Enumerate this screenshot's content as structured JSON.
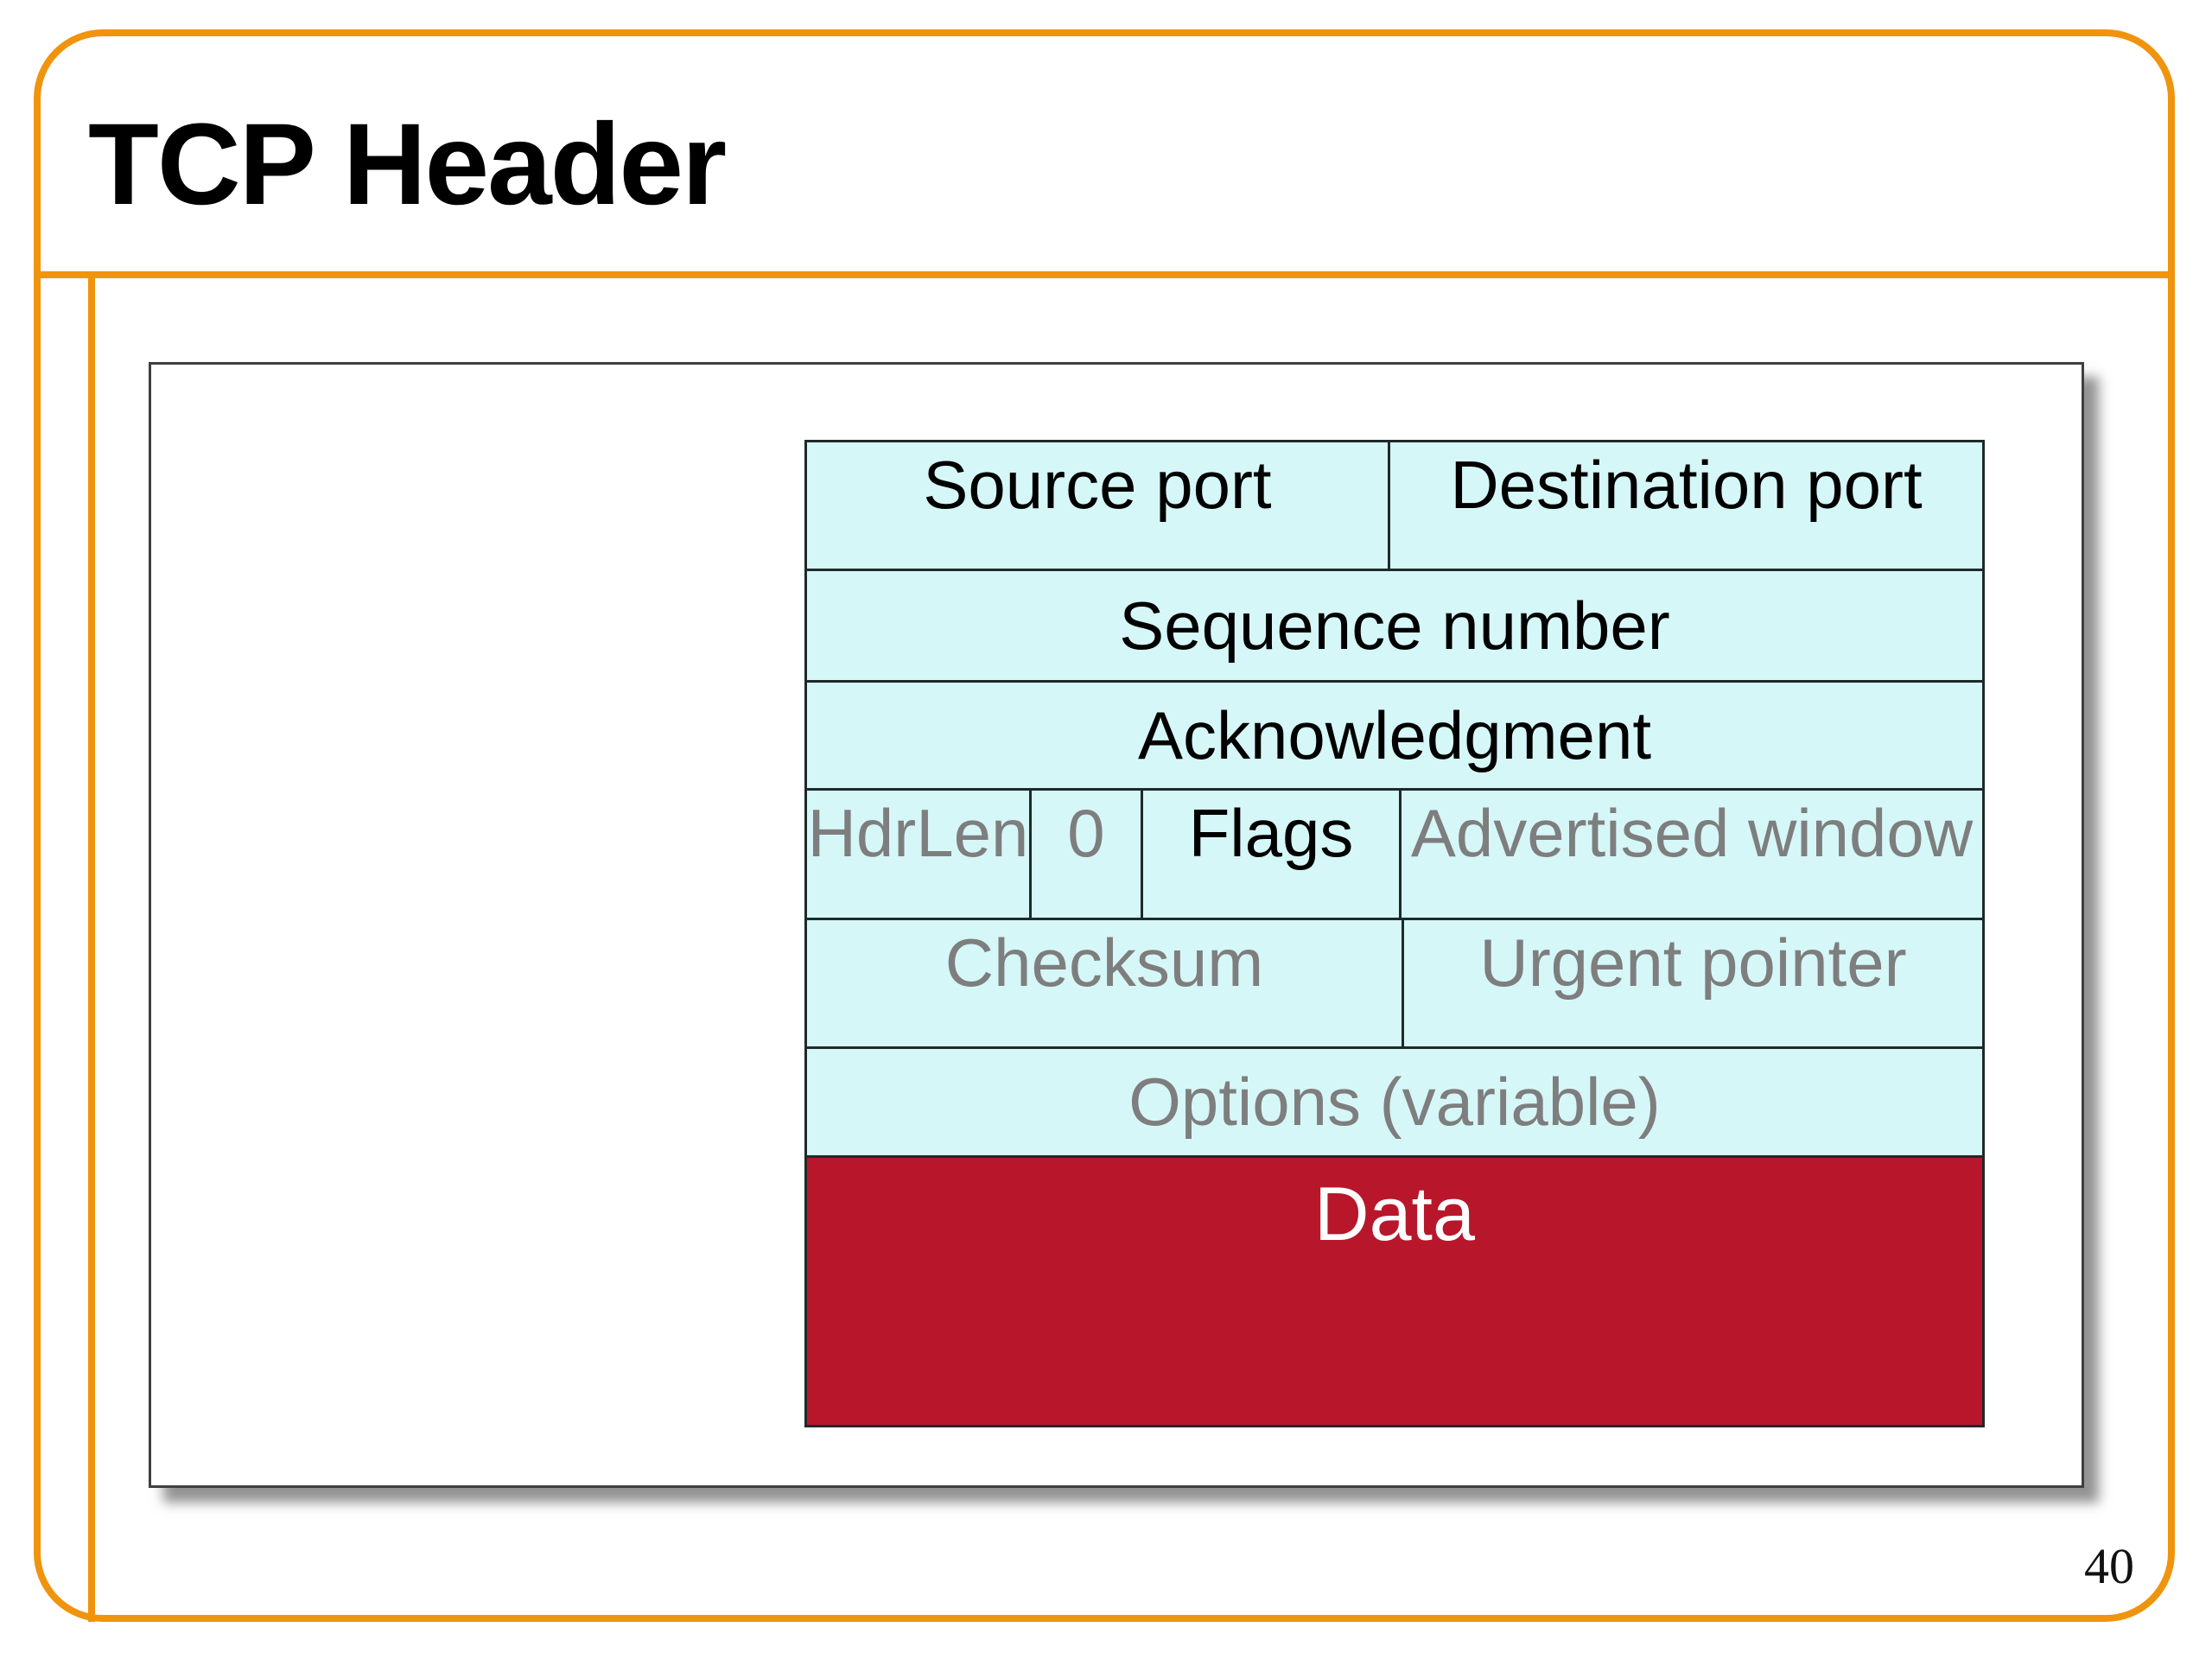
{
  "slide": {
    "title": "TCP Header",
    "page_number": "40"
  },
  "colors": {
    "frame_orange": "#F0940D",
    "cell_cyan": "#D6F7F7",
    "data_red": "#B8172B",
    "muted_text_gray": "#7E7E7E",
    "text_black": "#000000",
    "table_border": "#1E2A2A",
    "panel_border": "#3F3F3F"
  },
  "header_table": {
    "rows": [
      {
        "cells": [
          {
            "label": "Source port"
          },
          {
            "label": "Destination port"
          }
        ]
      },
      {
        "cells": [
          {
            "label": "Sequence number"
          }
        ]
      },
      {
        "cells": [
          {
            "label": "Acknowledgment"
          }
        ]
      },
      {
        "cells": [
          {
            "label": "HdrLen"
          },
          {
            "label": "0"
          },
          {
            "label": "Flags"
          },
          {
            "label": "Advertised window"
          }
        ]
      },
      {
        "cells": [
          {
            "label": "Checksum"
          },
          {
            "label": "Urgent pointer"
          }
        ]
      },
      {
        "cells": [
          {
            "label": "Options (variable)"
          }
        ]
      },
      {
        "cells": [
          {
            "label": "Data"
          }
        ]
      }
    ]
  }
}
